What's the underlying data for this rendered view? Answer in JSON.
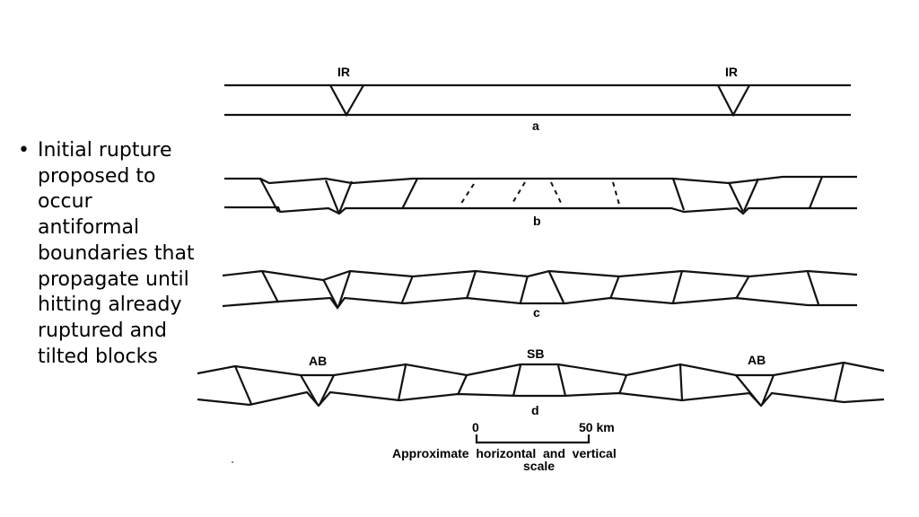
{
  "bullet": {
    "marker": "•",
    "text": "Initial rupture proposed to occur antiformal boundaries that propagate until hitting already ruptured and tilted blocks"
  },
  "diagram": {
    "panel_a": {
      "letter": "a",
      "label_left": "IR",
      "label_right": "IR"
    },
    "panel_b": {
      "letter": "b"
    },
    "panel_c": {
      "letter": "c"
    },
    "panel_d": {
      "letter": "d",
      "label_left": "AB",
      "label_center": "SB",
      "label_right": "AB"
    },
    "scale": {
      "start": "0",
      "end": "50 km",
      "caption_line1": "Approximate  horizontal  and  vertical",
      "caption_line2": "scale"
    }
  }
}
